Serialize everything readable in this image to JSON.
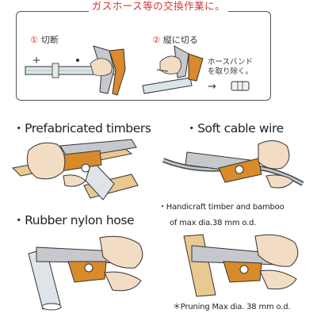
{
  "top_box": {
    "title": "ガスホース等の交換作業に。",
    "step1": {
      "number": "①",
      "label": "切断"
    },
    "step2": {
      "number": "②",
      "label": "縦に切る"
    },
    "note_line1": "ホースバンド",
    "note_line2": "を取り除く。",
    "arrow": "→"
  },
  "captions": {
    "prefabricated_timbers": "・Prefabricated timbers",
    "soft_cable_wire": "・Soft cable wire",
    "rubber_nylon_hose": "・Rubber nylon hose",
    "handicraft_line1": "・Handicraft timber and bamboo",
    "handicraft_line2": "of max dia.38 mm o.d.",
    "pruning": "＊Pruning Max dia. 38 mm o.d."
  },
  "colors": {
    "accent_red": "#d9322b",
    "tool_orange": "#d98a2a",
    "tool_silver": "#b9bcc0",
    "skin": "#f3dcc4",
    "wood": "#e9c98f"
  }
}
